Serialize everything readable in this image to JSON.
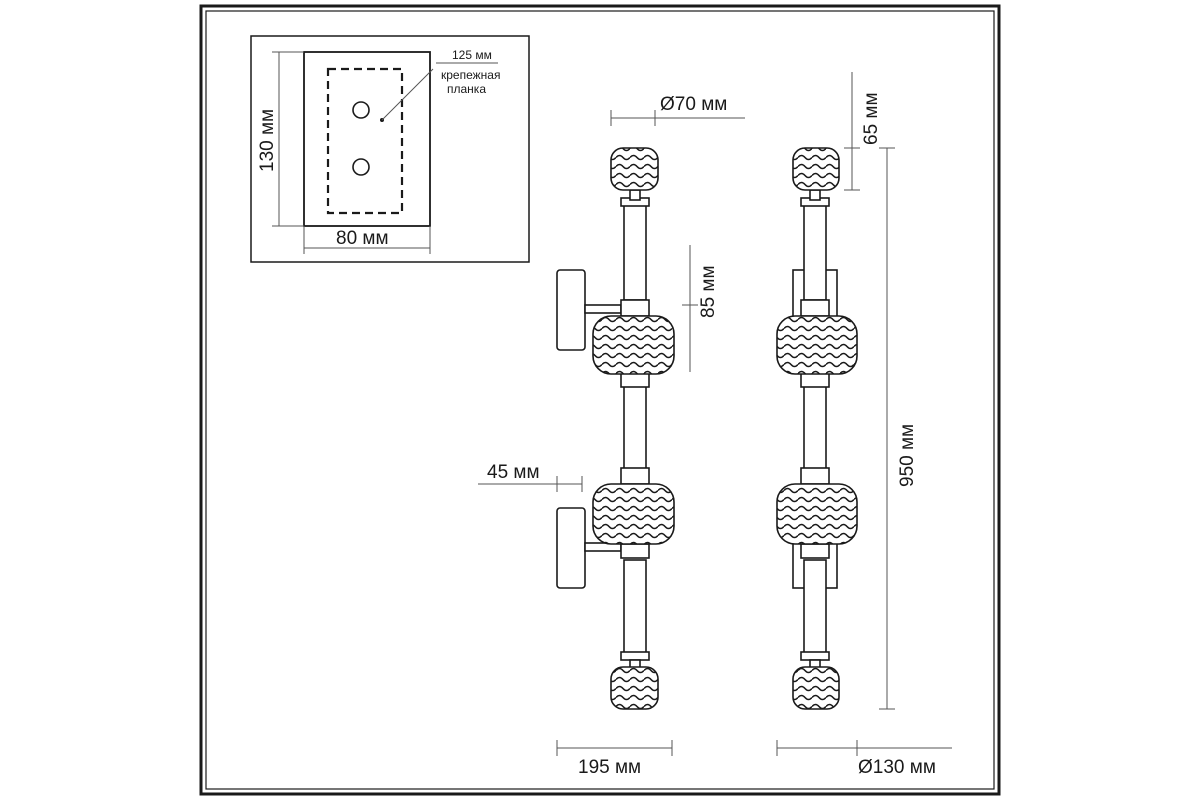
{
  "mount_plate": {
    "height": "130 мм",
    "width": "80 мм",
    "hole_spacing": "125 мм",
    "bracket_label_line1": "крепежная",
    "bracket_label_line2": "планка"
  },
  "dimensions": {
    "shade_small_diameter": "Ø70 мм",
    "shade_small_height": "65 мм",
    "arm_spacing": "85 мм",
    "arm_projection": "45 мм",
    "total_height": "950 мм",
    "depth": "195 мм",
    "shade_large_diameter": "Ø130 мм"
  },
  "colors": {
    "line": "#1a1a1a",
    "frame": "#1a1a1a",
    "background": "#ffffff"
  }
}
